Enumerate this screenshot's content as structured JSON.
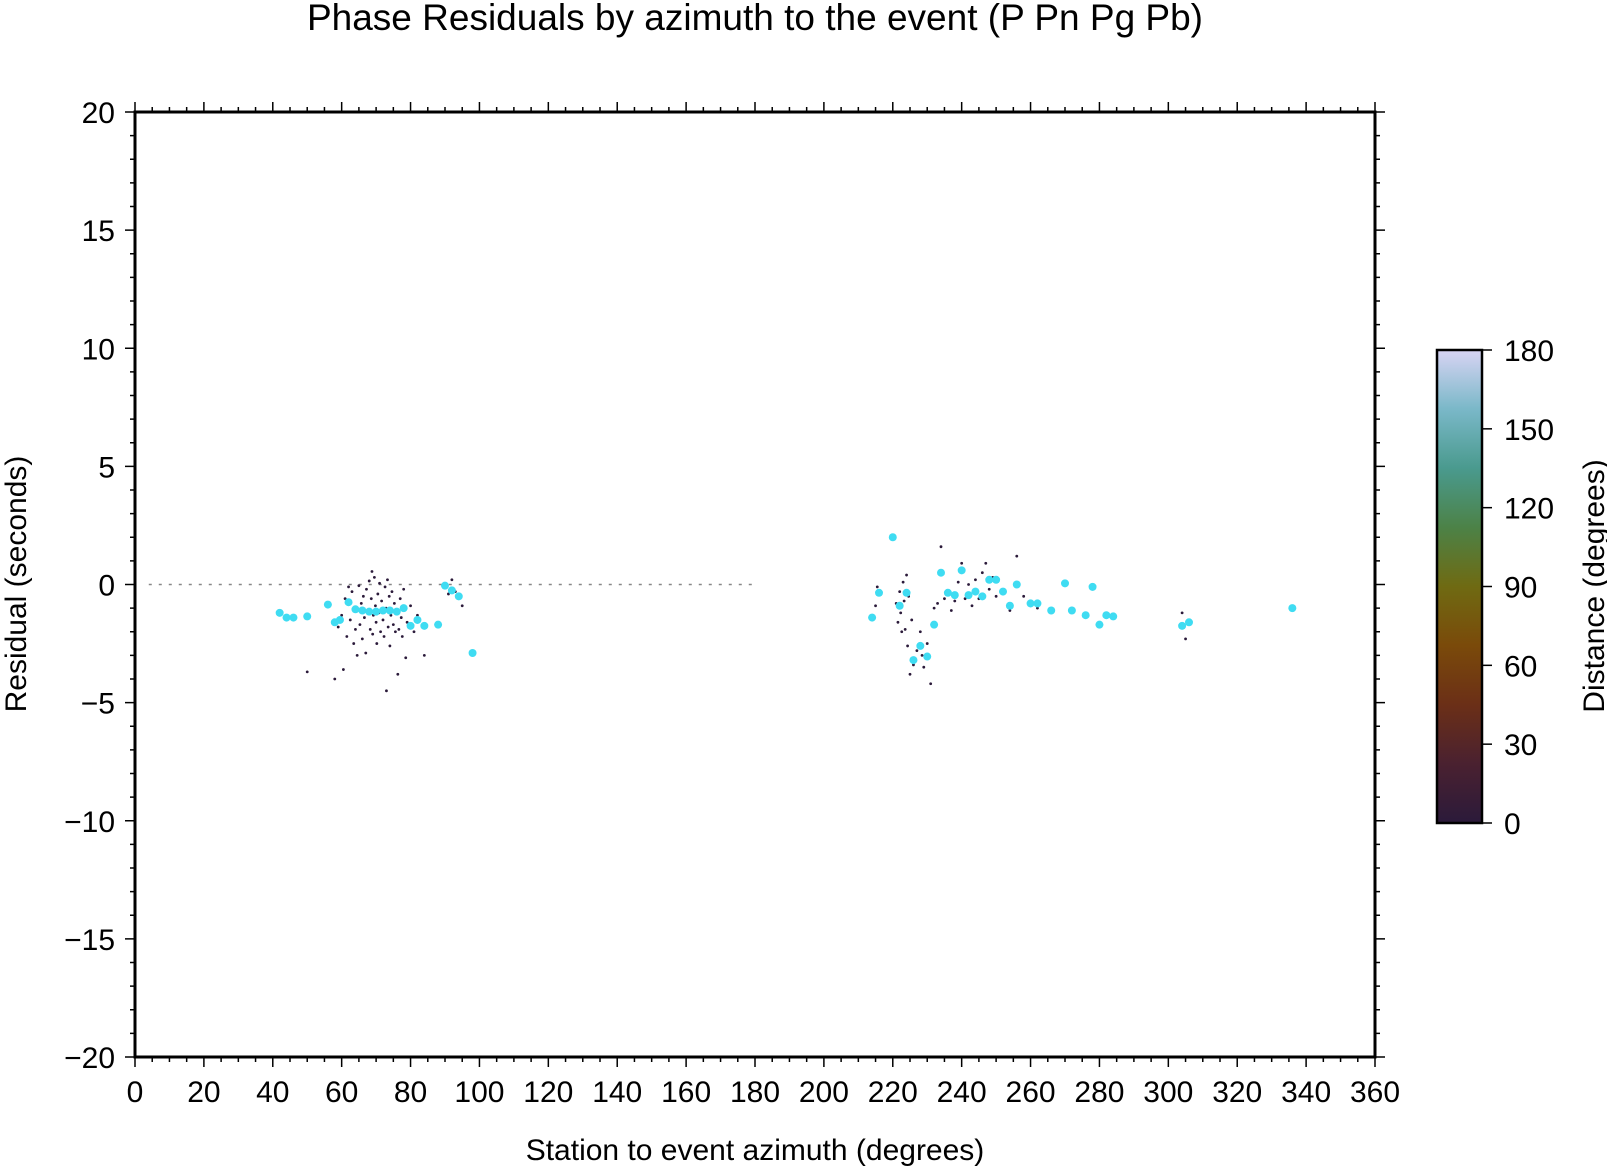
{
  "chart_data": {
    "type": "scatter",
    "title": "Phase Residuals by azimuth to the event (P Pn Pg Pb)",
    "xlabel": "Station to event azimuth (degrees)",
    "ylabel": "Residual (seconds)",
    "xlim": [
      0,
      360
    ],
    "ylim": [
      -20,
      20
    ],
    "xticks": [
      0,
      20,
      40,
      60,
      80,
      100,
      120,
      140,
      160,
      180,
      200,
      220,
      240,
      260,
      280,
      300,
      320,
      340,
      360
    ],
    "yticks": [
      -20,
      -15,
      -10,
      -5,
      0,
      5,
      10,
      15,
      20
    ],
    "ytick_labels": [
      "−20",
      "−15",
      "−10",
      "−5",
      "0",
      "5",
      "10",
      "15",
      "20"
    ],
    "grid": false,
    "colorbar": {
      "label": "Distance (degrees)",
      "range": [
        0,
        180
      ],
      "ticks": [
        0,
        30,
        60,
        90,
        120,
        150,
        180
      ],
      "colors": [
        "#2b1a3a",
        "#4a2130",
        "#6b2f17",
        "#7a4a0a",
        "#6f6a12",
        "#4c8247",
        "#4a9a8e",
        "#7ab8c8",
        "#d8d4f4"
      ]
    },
    "zero_line": {
      "y": 0,
      "x_range": [
        4,
        180
      ],
      "color": "#888888"
    },
    "series": [
      {
        "marker": "large-dot",
        "color": "#3fdcf2",
        "points": [
          [
            42,
            -1.2
          ],
          [
            44,
            -1.4
          ],
          [
            46,
            -1.4
          ],
          [
            50,
            -1.35
          ],
          [
            56,
            -0.85
          ],
          [
            58,
            -1.6
          ],
          [
            59.5,
            -1.5
          ],
          [
            62,
            -0.75
          ],
          [
            64,
            -1.05
          ],
          [
            66,
            -1.1
          ],
          [
            68,
            -1.15
          ],
          [
            70,
            -1.15
          ],
          [
            72,
            -1.1
          ],
          [
            74,
            -1.1
          ],
          [
            76,
            -1.15
          ],
          [
            78,
            -1.0
          ],
          [
            80,
            -1.75
          ],
          [
            82,
            -1.5
          ],
          [
            84,
            -1.75
          ],
          [
            88,
            -1.7
          ],
          [
            90,
            -0.05
          ],
          [
            92,
            -0.25
          ],
          [
            94,
            -0.5
          ],
          [
            98,
            -2.9
          ],
          [
            214,
            -1.4
          ],
          [
            216,
            -0.35
          ],
          [
            220,
            2.0
          ],
          [
            222,
            -0.9
          ],
          [
            224,
            -0.35
          ],
          [
            226,
            -3.2
          ],
          [
            228,
            -2.6
          ],
          [
            230,
            -3.05
          ],
          [
            232,
            -1.7
          ],
          [
            234,
            0.5
          ],
          [
            236,
            -0.35
          ],
          [
            238,
            -0.45
          ],
          [
            240,
            0.6
          ],
          [
            242,
            -0.45
          ],
          [
            244,
            -0.3
          ],
          [
            246,
            -0.5
          ],
          [
            248,
            0.2
          ],
          [
            250,
            0.2
          ],
          [
            252,
            -0.3
          ],
          [
            254,
            -0.9
          ],
          [
            256,
            0.0
          ],
          [
            260,
            -0.8
          ],
          [
            262,
            -0.8
          ],
          [
            266,
            -1.1
          ],
          [
            270,
            0.05
          ],
          [
            272,
            -1.1
          ],
          [
            276,
            -1.3
          ],
          [
            278,
            -0.1
          ],
          [
            280,
            -1.7
          ],
          [
            282,
            -1.3
          ],
          [
            284,
            -1.35
          ],
          [
            304,
            -1.75
          ],
          [
            306,
            -1.6
          ],
          [
            336,
            -1.0
          ]
        ]
      },
      {
        "marker": "small-dot",
        "color": "#2b1a3a",
        "points": [
          [
            50,
            -3.7
          ],
          [
            58,
            -4.0
          ],
          [
            59,
            -1.8
          ],
          [
            60,
            -1.3
          ],
          [
            60.5,
            -3.6
          ],
          [
            61,
            -0.6
          ],
          [
            61.5,
            -2.2
          ],
          [
            62,
            -0.1
          ],
          [
            62.5,
            -1.5
          ],
          [
            63,
            -0.3
          ],
          [
            63.5,
            -2.5
          ],
          [
            64,
            -1.9
          ],
          [
            64.2,
            -1.0
          ],
          [
            64.5,
            -3.0
          ],
          [
            65,
            -0.05
          ],
          [
            65.3,
            -1.7
          ],
          [
            65.7,
            -0.8
          ],
          [
            66,
            -2.3
          ],
          [
            66.3,
            -0.5
          ],
          [
            66.6,
            -1.4
          ],
          [
            67,
            -2.9
          ],
          [
            67.2,
            -0.2
          ],
          [
            67.6,
            -1.1
          ],
          [
            68,
            0.15
          ],
          [
            68.3,
            -1.9
          ],
          [
            68.6,
            -0.6
          ],
          [
            68.8,
            0.55
          ],
          [
            69,
            -2.1
          ],
          [
            69.2,
            -1.3
          ],
          [
            69.5,
            0.3
          ],
          [
            69.8,
            -0.9
          ],
          [
            70,
            -1.6
          ],
          [
            70.2,
            -2.5
          ],
          [
            70.5,
            -0.4
          ],
          [
            70.8,
            -1.2
          ],
          [
            71,
            0.05
          ],
          [
            71.3,
            -2.0
          ],
          [
            71.6,
            -0.7
          ],
          [
            72,
            -1.5
          ],
          [
            72.3,
            -2.2
          ],
          [
            72.6,
            -0.1
          ],
          [
            72.9,
            -1.0
          ],
          [
            73,
            -4.5
          ],
          [
            73.3,
            0.2
          ],
          [
            73.5,
            -1.8
          ],
          [
            73.8,
            -0.5
          ],
          [
            74,
            -2.6
          ],
          [
            74.3,
            -1.3
          ],
          [
            74.6,
            -0.3
          ],
          [
            75,
            -1.7
          ],
          [
            75.3,
            -0.8
          ],
          [
            75.6,
            -2.0
          ],
          [
            76,
            -1.1
          ],
          [
            76.3,
            -3.8
          ],
          [
            76.6,
            -1.9
          ],
          [
            77,
            -0.6
          ],
          [
            77.3,
            -1.4
          ],
          [
            77.6,
            -2.2
          ],
          [
            78,
            -0.2
          ],
          [
            78.3,
            -1.0
          ],
          [
            78.6,
            -3.1
          ],
          [
            79,
            -1.6
          ],
          [
            80,
            -0.9
          ],
          [
            81,
            -2.0
          ],
          [
            82,
            -1.3
          ],
          [
            84,
            -3.0
          ],
          [
            88,
            -1.7
          ],
          [
            91,
            -0.4
          ],
          [
            92,
            0.2
          ],
          [
            93,
            -0.3
          ],
          [
            95,
            -0.9
          ],
          [
            214,
            -1.3
          ],
          [
            215,
            -0.9
          ],
          [
            215.5,
            -0.1
          ],
          [
            220,
            2.0
          ],
          [
            221,
            -0.8
          ],
          [
            221.5,
            -1.6
          ],
          [
            222,
            -0.3
          ],
          [
            222.3,
            -1.2
          ],
          [
            222.6,
            -2.0
          ],
          [
            223,
            0.1
          ],
          [
            223.3,
            -0.7
          ],
          [
            223.6,
            -1.9
          ],
          [
            224,
            0.4
          ],
          [
            224.3,
            -2.6
          ],
          [
            224.6,
            -0.5
          ],
          [
            225,
            -3.8
          ],
          [
            225.5,
            -1.5
          ],
          [
            226,
            -3.4
          ],
          [
            227,
            -2.8
          ],
          [
            228,
            -2.0
          ],
          [
            228.5,
            -3.0
          ],
          [
            229,
            -3.5
          ],
          [
            230,
            -2.5
          ],
          [
            231,
            -4.2
          ],
          [
            232,
            -1.0
          ],
          [
            233,
            -0.8
          ],
          [
            234,
            1.6
          ],
          [
            235,
            -0.6
          ],
          [
            236,
            -0.3
          ],
          [
            237,
            -1.1
          ],
          [
            238,
            -0.7
          ],
          [
            239,
            0.1
          ],
          [
            240,
            0.9
          ],
          [
            241,
            -0.6
          ],
          [
            242,
            0.0
          ],
          [
            243,
            -0.9
          ],
          [
            244,
            0.2
          ],
          [
            245,
            -0.6
          ],
          [
            246,
            0.5
          ],
          [
            247,
            0.9
          ],
          [
            248,
            -0.2
          ],
          [
            249,
            0.3
          ],
          [
            250,
            -0.5
          ],
          [
            252,
            -0.3
          ],
          [
            254,
            -1.1
          ],
          [
            256,
            1.2
          ],
          [
            258,
            -0.5
          ],
          [
            260,
            -0.9
          ],
          [
            262,
            -1.0
          ],
          [
            266,
            -1.2
          ],
          [
            270,
            0.05
          ],
          [
            272,
            -1.0
          ],
          [
            276,
            -1.3
          ],
          [
            278,
            -0.2
          ],
          [
            280,
            -1.7
          ],
          [
            282,
            -1.4
          ],
          [
            304,
            -1.2
          ],
          [
            305,
            -2.3
          ],
          [
            306,
            -1.6
          ],
          [
            336,
            -1.0
          ]
        ]
      }
    ]
  }
}
